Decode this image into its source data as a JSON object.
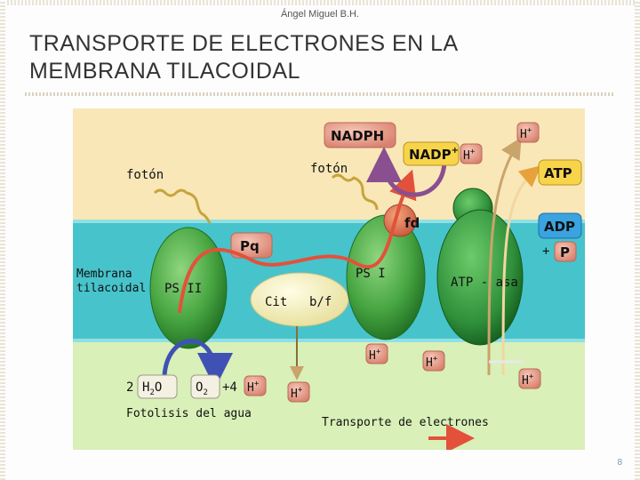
{
  "author": "Ángel Miguel B.H.",
  "title_line1": "TRANSPORTE DE ELECTRONES EN LA",
  "title_line2": "MEMBRANA TILACOIDAL",
  "page_number": "8",
  "diagram": {
    "foton_left": "fotón",
    "foton_right": "fotón",
    "nadph": "NADPH",
    "nadp": "NADP",
    "nadp_sup": "+",
    "h": "H",
    "h_sup": "+",
    "atp": "ATP",
    "adp": "ADP",
    "plus": "+",
    "p": "P",
    "fd": "fd",
    "pq": "Pq",
    "membrana_line1": "Membrana",
    "membrana_line2": "tilacoidal",
    "ps2": "PS  II",
    "ps1": "PS  I",
    "cit": "Cit",
    "bf": "b/f",
    "atp_asa": "ATP - asa",
    "water_coef": "2",
    "water": "H",
    "water_sub": "2",
    "water_o": "O",
    "oxygen": "O",
    "oxygen_sub": "2",
    "plus4": "+4",
    "fotolisis": "Fotolisis del agua",
    "transporte": "Transporte de electrones"
  },
  "colors": {
    "stroma": "#f9e7b8",
    "membrane": "#47c3cb",
    "lumen": "#d9f0b8",
    "complex_green": "#47a541",
    "box_pink": "#f3b2a8",
    "box_yellow": "#f7d44a",
    "box_blue": "#3aa3e0",
    "electron_red": "#e3513b",
    "arrow_purple": "#8a4f8f",
    "arrow_blue": "#3f51b5"
  }
}
